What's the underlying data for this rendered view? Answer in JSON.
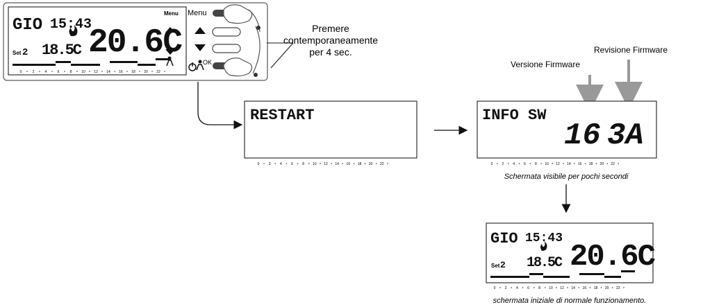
{
  "thermostat": {
    "day": "GIO",
    "time": "15:43",
    "big_temp": "20.6C",
    "small_temp": "18.5C",
    "set_label": "Set",
    "set_value": "2",
    "menu_label": "Menu",
    "button_menu_label": "Menu",
    "button_ok_label": "OK",
    "timeline_ticks": [
      "0",
      "2",
      "4",
      "6",
      "8",
      "10",
      "12",
      "14",
      "16",
      "18",
      "20",
      "22"
    ]
  },
  "instruction": {
    "line1": "Premere",
    "line2": "contemporaneamente",
    "line3": "per 4 sec."
  },
  "restart_screen": {
    "text": "RESTART"
  },
  "info_screen": {
    "text": "INFO SW",
    "version": "16",
    "revision": "3A",
    "label_version": "Versione Firmware",
    "label_revision": "Revisione Firmware",
    "caption": "Schermata visibile per pochi secondi"
  },
  "final_screen": {
    "day": "GIO",
    "time": "15:43",
    "big_temp": "20.6C",
    "small_temp": "18.5C",
    "set_label": "Set",
    "set_value": "2",
    "caption": "schermata iniziale di normale funzionamento."
  }
}
